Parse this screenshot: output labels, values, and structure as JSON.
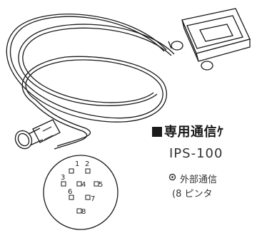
{
  "heading": {
    "marker": "■",
    "text": "専用通信ｹ"
  },
  "model": "IPS-100",
  "notes": [
    "外部通信",
    "(8 ピンタ"
  ],
  "pins": [
    "1",
    "2",
    "3",
    "4",
    "5",
    "6",
    "7",
    "8"
  ]
}
